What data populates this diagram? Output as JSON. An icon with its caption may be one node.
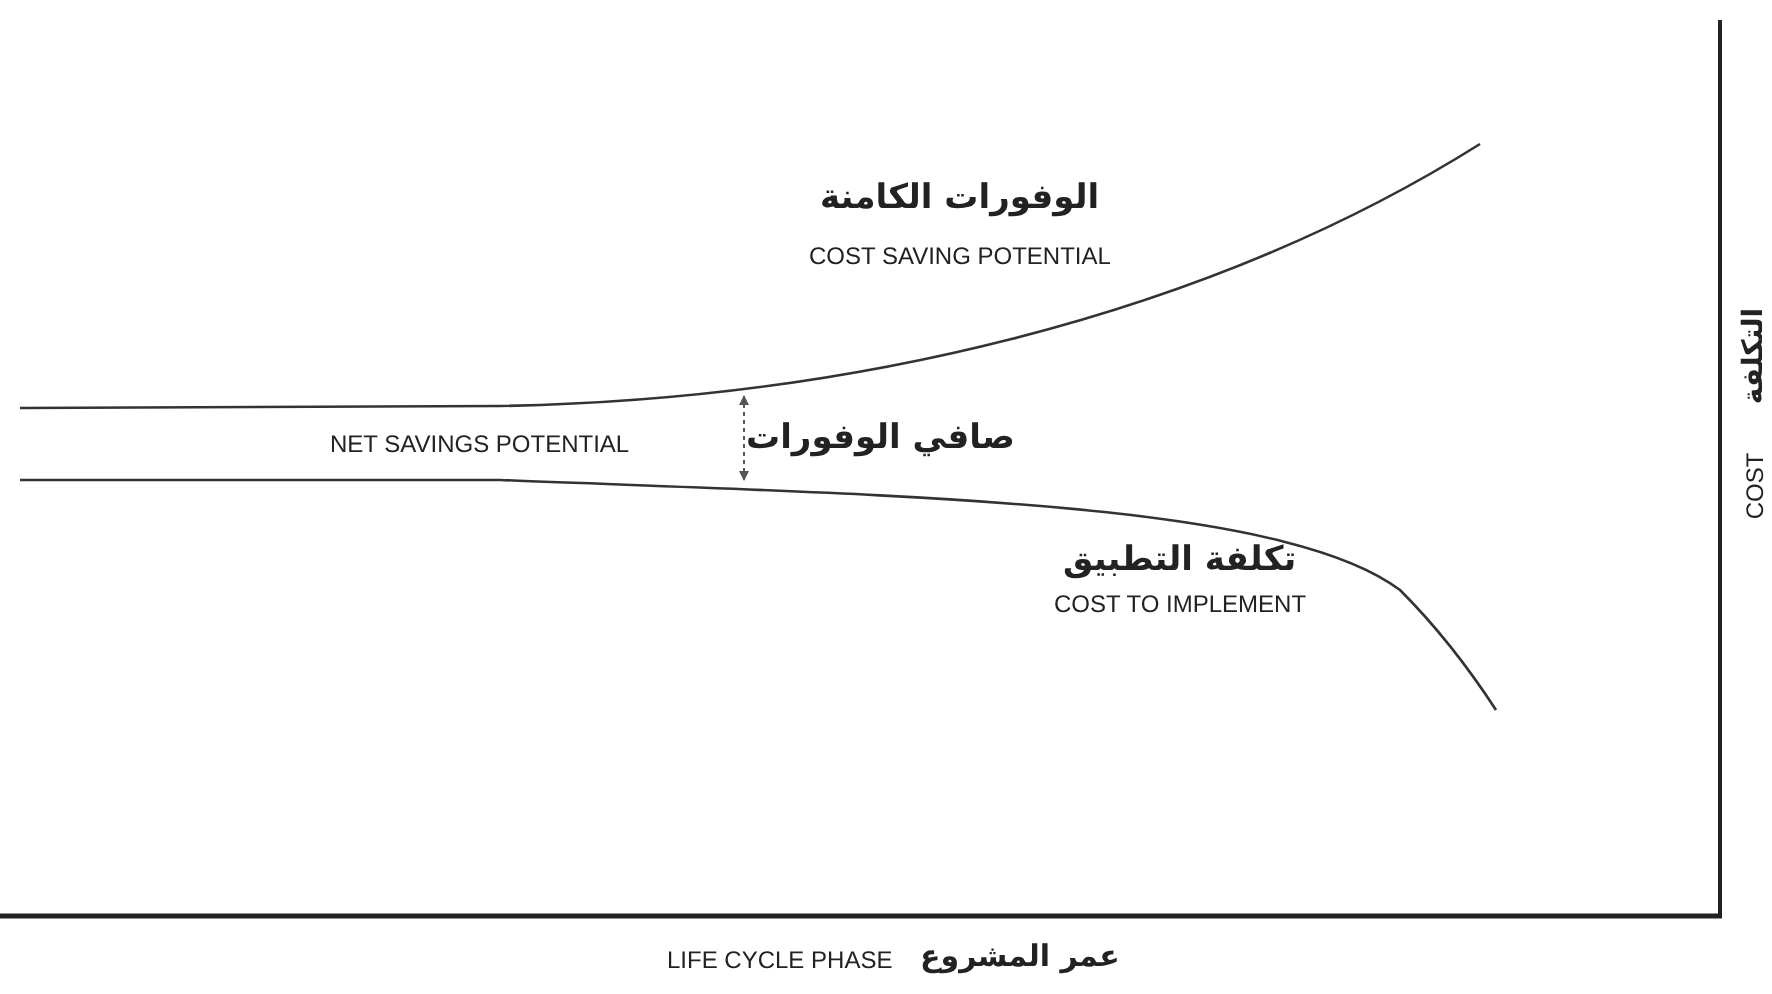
{
  "diagram": {
    "labels": [
      "الوفورات الكامنة",
      "COST SAVING POTENTIAL",
      "NET SAVINGS POTENTIAL",
      "صافي الوفورات",
      "تكلفة التطبيق",
      "COST TO IMPLEMENT",
      "التكلفة",
      "COST",
      "LIFE CYCLE PHASE",
      "عمر المشروع"
    ]
  }
}
